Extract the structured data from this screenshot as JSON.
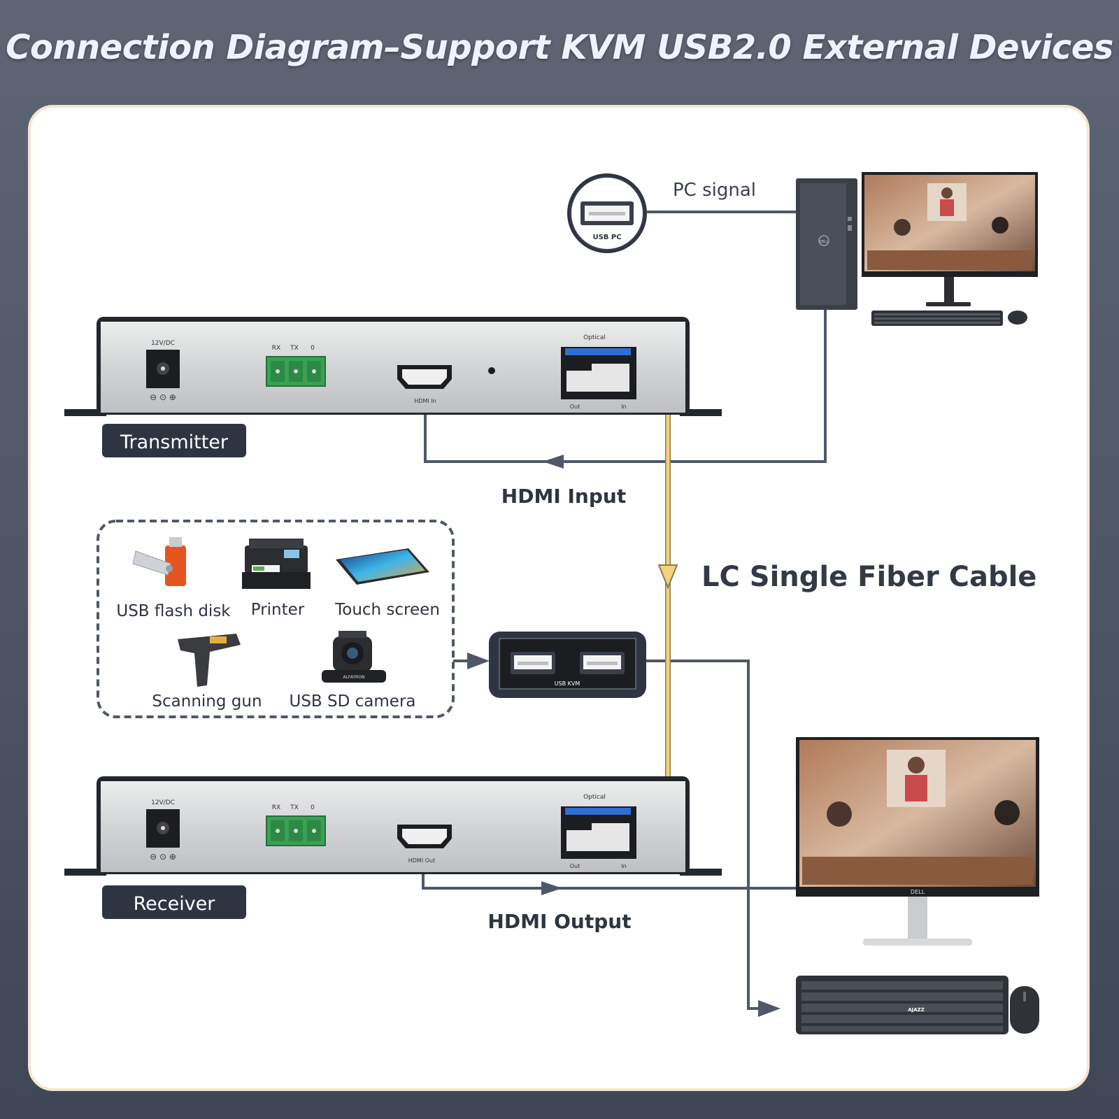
{
  "title": "Connection Diagram–Support KVM USB2.0 External Devices",
  "usb_pc": {
    "port_label": "USB PC",
    "signal_label": "PC signal"
  },
  "pc_brand": "DELL",
  "transmitter": {
    "label": "Transmitter",
    "power_label": "12V/DC",
    "rx": "RX",
    "tx": "TX",
    "zero": "0",
    "hdmi_label": "HDMI In",
    "optical_label": "Optical",
    "out_label": "Out",
    "in_label": "In"
  },
  "receiver": {
    "label": "Receiver",
    "power_label": "12V/DC",
    "rx": "RX",
    "tx": "TX",
    "zero": "0",
    "hdmi_label": "HDMI Out",
    "optical_label": "Optical",
    "out_label": "Out",
    "in_label": "In"
  },
  "hdmi_input_label": "HDMI Input",
  "hdmi_output_label": "HDMI Output",
  "fiber_label": "LC Single Fiber Cable",
  "usb_kvm_label": "USB KVM",
  "devices": [
    {
      "label": "USB flash disk"
    },
    {
      "label": "Printer"
    },
    {
      "label": "Touch screen"
    },
    {
      "label": "Scanning gun"
    },
    {
      "label": "USB SD camera"
    }
  ],
  "camera_brand": "ALFAYRON",
  "monitor_brand": "DELL",
  "keyboard_brand": "AJAZZ",
  "colors": {
    "line": "#4f5868",
    "fiber": "#f3d27a",
    "panel": "#d9dadc",
    "dark": "#2f3441",
    "green": "#3aa154"
  }
}
